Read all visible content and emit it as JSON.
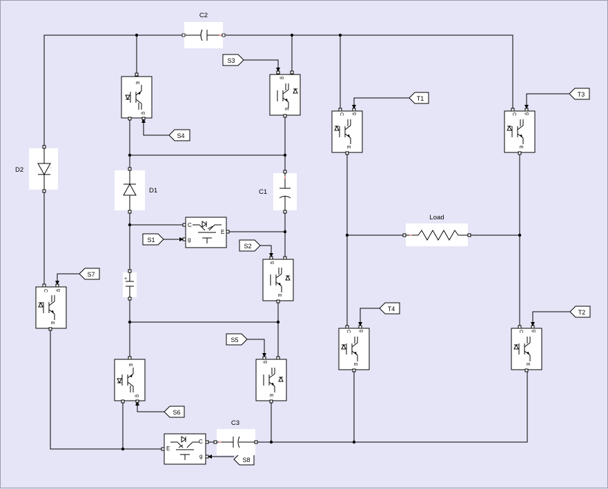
{
  "components": {
    "C1": "C1",
    "C2": "C2",
    "C3": "C3",
    "D1": "D1",
    "D2": "D2",
    "Load": "Load"
  },
  "tags": {
    "S1": "S1",
    "S2": "S2",
    "S3": "S3",
    "S4": "S4",
    "S5": "S5",
    "S6": "S6",
    "S7": "S7",
    "S8": "S8",
    "T1": "T1",
    "T2": "T2",
    "T3": "T3",
    "T4": "T4"
  },
  "pins": {
    "gate": "g",
    "collector": "C",
    "emitter": "E"
  },
  "cap_polarity": {
    "plus": "+"
  }
}
